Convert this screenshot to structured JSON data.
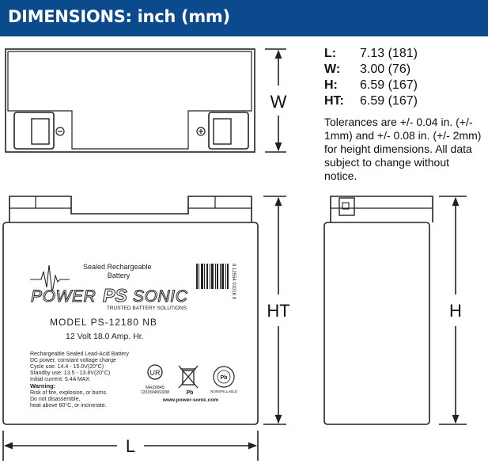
{
  "header": {
    "title": "DIMENSIONS: inch (mm)"
  },
  "specs": [
    {
      "key": "L:",
      "value": "7.13 (181)"
    },
    {
      "key": "W:",
      "value": "3.00 (76)"
    },
    {
      "key": "H:",
      "value": "6.59 (167)"
    },
    {
      "key": "HT:",
      "value": "6.59 (167)"
    }
  ],
  "note": "Tolerances are +/- 0.04 in. (+/- 1mm) and +/- 0.08 in. (+/- 2mm) for height dimensions. All data subject to change without notice.",
  "dimension_labels": {
    "w": "W",
    "ht": "HT",
    "h": "H",
    "l": "L"
  },
  "label": {
    "sealed_line1": "Sealed Rechargeable",
    "sealed_line2": "Battery",
    "brand_left": "POWER",
    "brand_mid": "PS",
    "brand_right": "SONIC",
    "tagline": "TRUSTED BATTERY SOLUTIONS",
    "model": "MODEL  PS-12180 NB",
    "rating": "12 Volt  18.0 Amp. Hr.",
    "spec_lines": [
      "Rechargeable Sealed Lead-Acid Battery",
      "DC power, constant voltage charge",
      "Cycle use: 14.4 - 15.0V(20°C)",
      "Standby use: 13.5 - 13.8V(20°C)",
      "Initial current: 5.4A MAX"
    ],
    "warning_title": "Warning:",
    "warning_lines": [
      "Risk of fire, explosion, or burns.",
      "Do not disassemble,",
      "heat above 60°C, or incinerate."
    ],
    "barcode_number": "8 12554 01016 9",
    "ul_id": "MH20845",
    "ul_number": "1201804560208",
    "pb_label": "Pb",
    "recycle_label": "NONSPILLABLE",
    "website": "www.power-sonic.com"
  },
  "colors": {
    "banner": "#0b4a8c",
    "line": "#222222"
  }
}
